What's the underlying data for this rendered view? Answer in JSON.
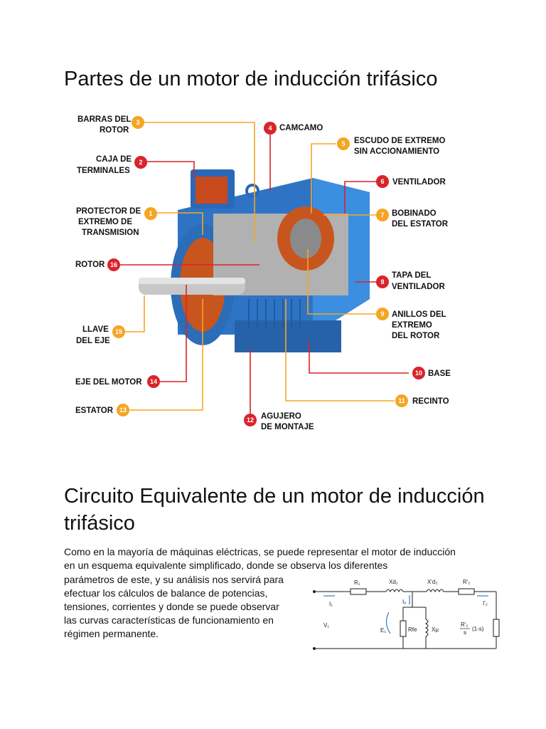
{
  "section1": {
    "title": "Partes de un motor de inducción trifásico"
  },
  "diagram": {
    "labels": [
      {
        "id": "3",
        "l1": "BARRAS DEL",
        "l2": "ROTOR"
      },
      {
        "id": "4",
        "l1": "CAMCAMO",
        "l2": ""
      },
      {
        "id": "5",
        "l1": "ESCUDO DE EXTREMO",
        "l2": "SIN ACCIONAMIENTO"
      },
      {
        "id": "2",
        "l1": "CAJA DE",
        "l2": "TERMINALES"
      },
      {
        "id": "6",
        "l1": "VENTILADOR",
        "l2": ""
      },
      {
        "id": "1",
        "l1": "PROTECTOR DE",
        "l2": "EXTREMO DE",
        "l3": "TRANSMISION"
      },
      {
        "id": "7",
        "l1": "BOBINADO",
        "l2": "DEL ESTATOR"
      },
      {
        "id": "16",
        "l1": "ROTOR",
        "l2": ""
      },
      {
        "id": "8",
        "l1": "TAPA DEL",
        "l2": "VENTILADOR"
      },
      {
        "id": "15",
        "l1": "LLAVE",
        "l2": "DEL EJE"
      },
      {
        "id": "9",
        "l1": "ANILLOS DEL",
        "l2": "EXTREMO",
        "l3": "DEL ROTOR"
      },
      {
        "id": "10",
        "l1": "BASE",
        "l2": ""
      },
      {
        "id": "14",
        "l1": "EJE DEL MOTOR",
        "l2": ""
      },
      {
        "id": "11",
        "l1": "RECINTO",
        "l2": ""
      },
      {
        "id": "13",
        "l1": "ESTATOR",
        "l2": ""
      },
      {
        "id": "12",
        "l1": "AGUJERO",
        "l2": "DE MONTAJE"
      }
    ],
    "colors": {
      "orange": "#f5a524",
      "red": "#d9242b",
      "blue": "#2f7fd0"
    }
  },
  "section2": {
    "title": "Circuito Equivalente de un motor de inducción trifásico",
    "para1": "Como en la mayoría de máquinas eléctricas, se puede representar el motor de inducción en un esquema equivalente simplificado, donde se observa los diferentes",
    "para2": "parámetros de este, y su análisis nos servirá para efectuar los cálculos de balance de potencias, tensiones, corrientes y donde se puede observar las curvas características de funcionamiento en régimen permanente."
  },
  "circuit": {
    "r1": "R₁",
    "xd1": "Xd₁",
    "xd2": "X'd₂",
    "r2": "R'₂",
    "i1": "I₁",
    "i0": "I₀",
    "i2": "I'₂",
    "v1": "V₁",
    "e1": "E₁",
    "rfe": "Rfe",
    "xu": "Xμ",
    "load_top": "R'₂",
    "load_bottom": "s",
    "load_factor": "(1-s)"
  }
}
